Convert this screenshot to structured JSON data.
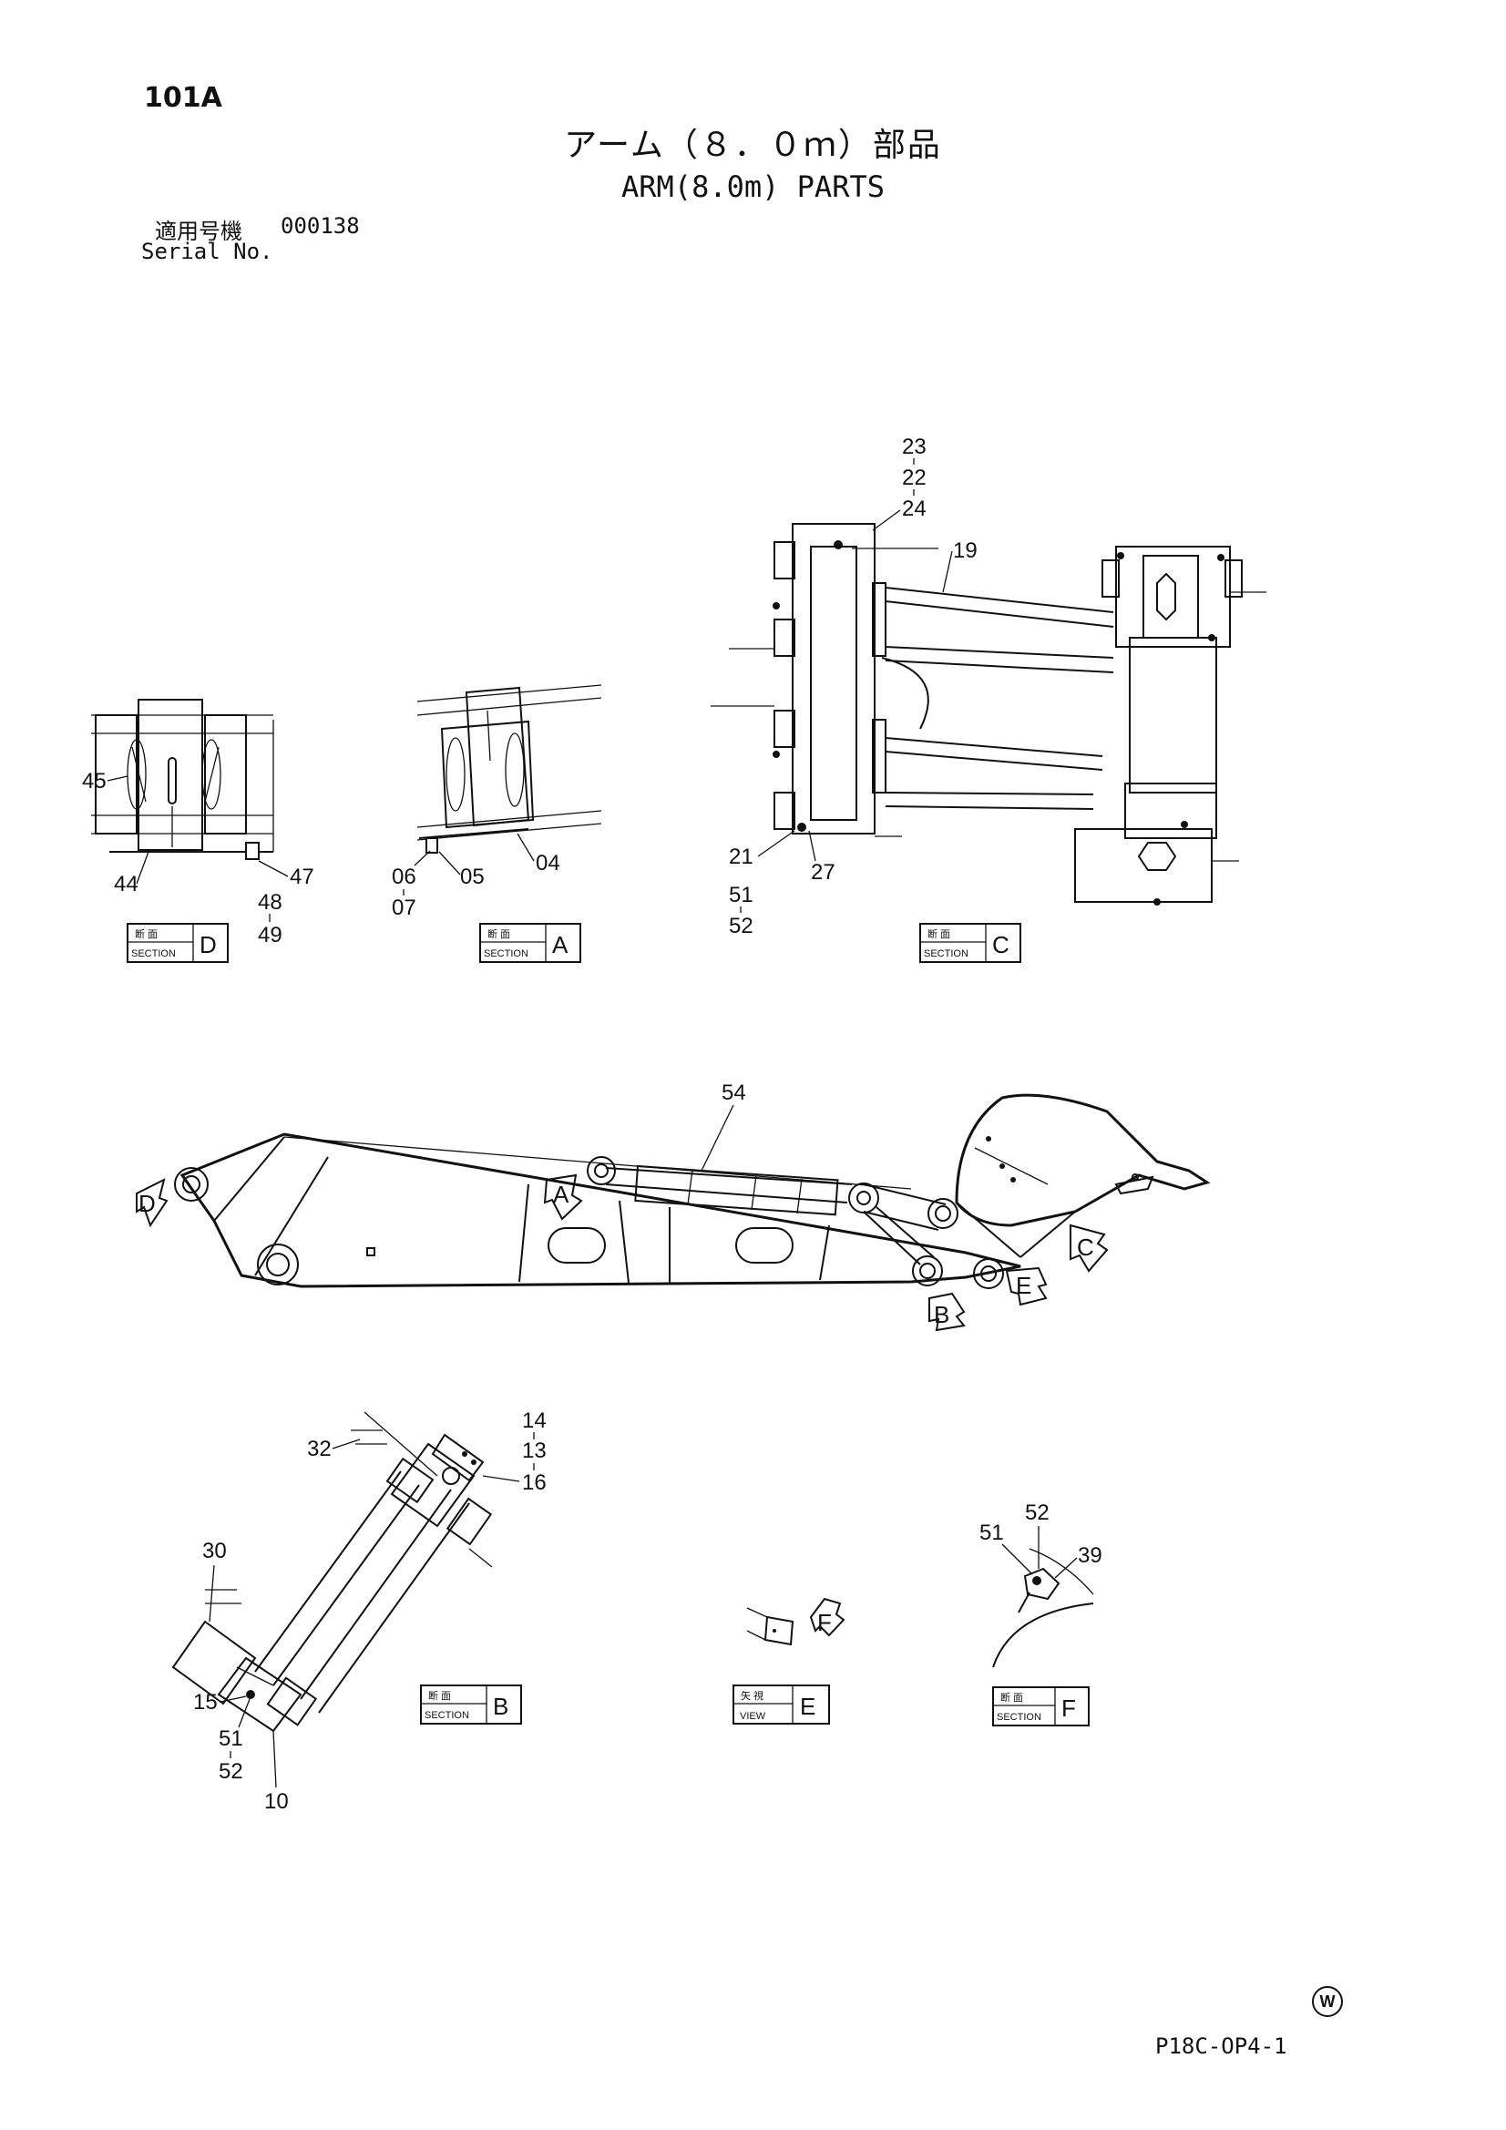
{
  "header": {
    "code": "101A",
    "title_jp": "アーム（８．０ｍ）部品",
    "title_en": "ARM(8.0m) PARTS",
    "serial_label_jp": "適用号機",
    "serial_value": "000138",
    "serial_label_en": "Serial No."
  },
  "sections": {
    "d": {
      "tag_jp": "断 面",
      "tag_en": "SECTION",
      "letter": "D",
      "callouts": [
        "45",
        "44",
        "47",
        "48",
        "49"
      ]
    },
    "a": {
      "tag_jp": "断 面",
      "tag_en": "SECTION",
      "letter": "A",
      "callouts": [
        "06",
        "07",
        "05",
        "04"
      ]
    },
    "c": {
      "tag_jp": "断 面",
      "tag_en": "SECTION",
      "letter": "C",
      "callouts": [
        "23",
        "22",
        "24",
        "19",
        "21",
        "51",
        "52",
        "27"
      ]
    },
    "b": {
      "tag_jp": "断 面",
      "tag_en": "SECTION",
      "letter": "B",
      "callouts": [
        "32",
        "14",
        "13",
        "16",
        "30",
        "15",
        "51",
        "52",
        "10"
      ]
    },
    "e": {
      "tag_jp": "矢 視",
      "tag_en": "VIEW",
      "letter": "E",
      "arrow_letter": "F"
    },
    "f": {
      "tag_jp": "断 面",
      "tag_en": "SECTION",
      "letter": "F",
      "callouts": [
        "51",
        "52",
        "39"
      ]
    }
  },
  "main_view": {
    "callout": "54",
    "arrows": [
      "D",
      "A",
      "B",
      "E",
      "C"
    ]
  },
  "footer": {
    "code": "P18C-OP4-1",
    "mark": "W"
  }
}
